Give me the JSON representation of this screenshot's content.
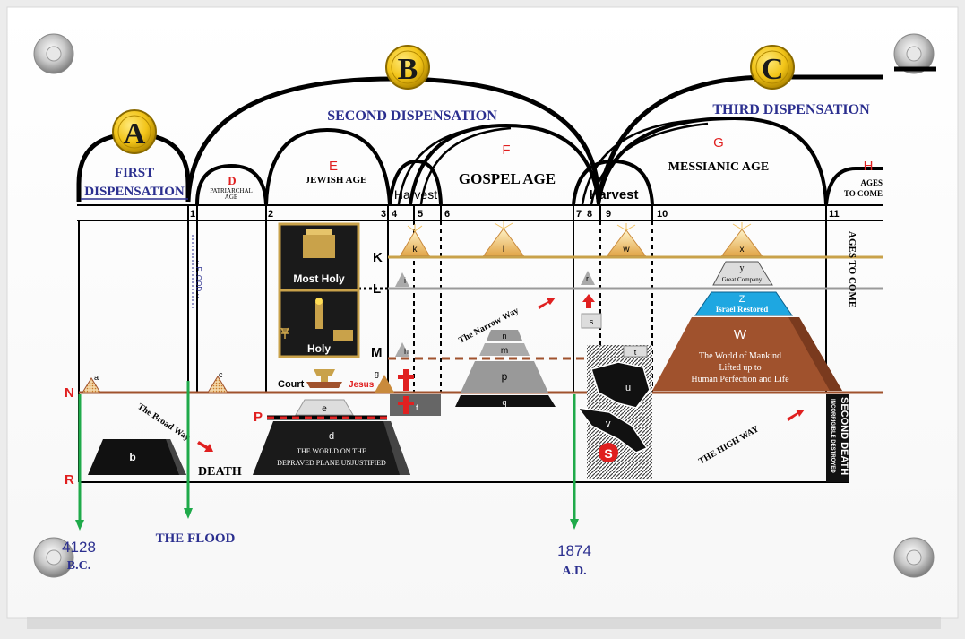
{
  "colors": {
    "navy": "#2b2f8f",
    "red": "#e02020",
    "green": "#1faa4a",
    "gold": "#c9a24a",
    "brown": "#a0522d",
    "gray": "#9a9a9a",
    "cyan": "#1ea7e1",
    "badge": "#f2c418"
  },
  "badges": {
    "a": "A",
    "b": "B",
    "c": "C"
  },
  "dispensations": {
    "first": [
      "FIRST",
      "DISPENSATION"
    ],
    "second": "SECOND DISPENSATION",
    "third": "THIRD DISPENSATION"
  },
  "ages": {
    "d_letter": "D",
    "d_name": [
      "PATRIARCHAL",
      "AGE"
    ],
    "e_letter": "E",
    "e_name": "JEWISH AGE",
    "f_letter": "F",
    "f_name": "GOSPEL AGE",
    "g_letter": "G",
    "g_name": "MESSIANIC AGE",
    "h_letter": "H",
    "h_name": [
      "AGES",
      "TO COME"
    ],
    "harvest1": "Harvest",
    "harvest2": "Harvest"
  },
  "ruler_numbers": [
    "1",
    "2",
    "3",
    "4",
    "5",
    "6",
    "7",
    "8",
    "9",
    "10",
    "11"
  ],
  "plane_letters": {
    "k": "K",
    "l": "L",
    "m": "M",
    "n": "N",
    "p": "P",
    "r": "R",
    "s": "S"
  },
  "tabernacle": {
    "most_holy": "Most Holy",
    "holy": "Holy",
    "court": "Court"
  },
  "labels": {
    "jesus": "Jesus",
    "flood_vertical": "·· FLOOD ··",
    "narrow_way": "The Narrow Way",
    "broad_way": "The Broad Way",
    "death": "DEATH",
    "high_way": "THE HIGH WAY",
    "ages_to_come_vertical": "AGES TO COME",
    "second_death": "SECOND DEATH",
    "incorrigible": "INCORRIGIBLE DESTROYED"
  },
  "pyramids": {
    "a": "a",
    "b": "b",
    "c": "c",
    "d": "d",
    "d_text": [
      "THE WORLD ON THE",
      "DEPRAVED PLANE UNJUSTIFIED"
    ],
    "e": "e",
    "f": "f",
    "g": "g",
    "h": "h",
    "i": "i",
    "k": "k",
    "l": "l",
    "m": "m",
    "n": "n",
    "p": "p",
    "q": "q",
    "r": "r",
    "s": "s",
    "t": "t",
    "u": "u",
    "v": "v",
    "w": "w",
    "x": "x",
    "y": "y",
    "y_sub": "Great Company",
    "z": "Z",
    "z_sub": "Israel Restored",
    "big_w": "W",
    "big_w_text": [
      "The World of Mankind",
      "Lifted up to",
      "Human Perfection and Life"
    ]
  },
  "timeline": {
    "bc_year": "4128",
    "bc_label": "B.C.",
    "flood": "THE FLOOD",
    "ad_year": "1874",
    "ad_label": "A.D."
  }
}
